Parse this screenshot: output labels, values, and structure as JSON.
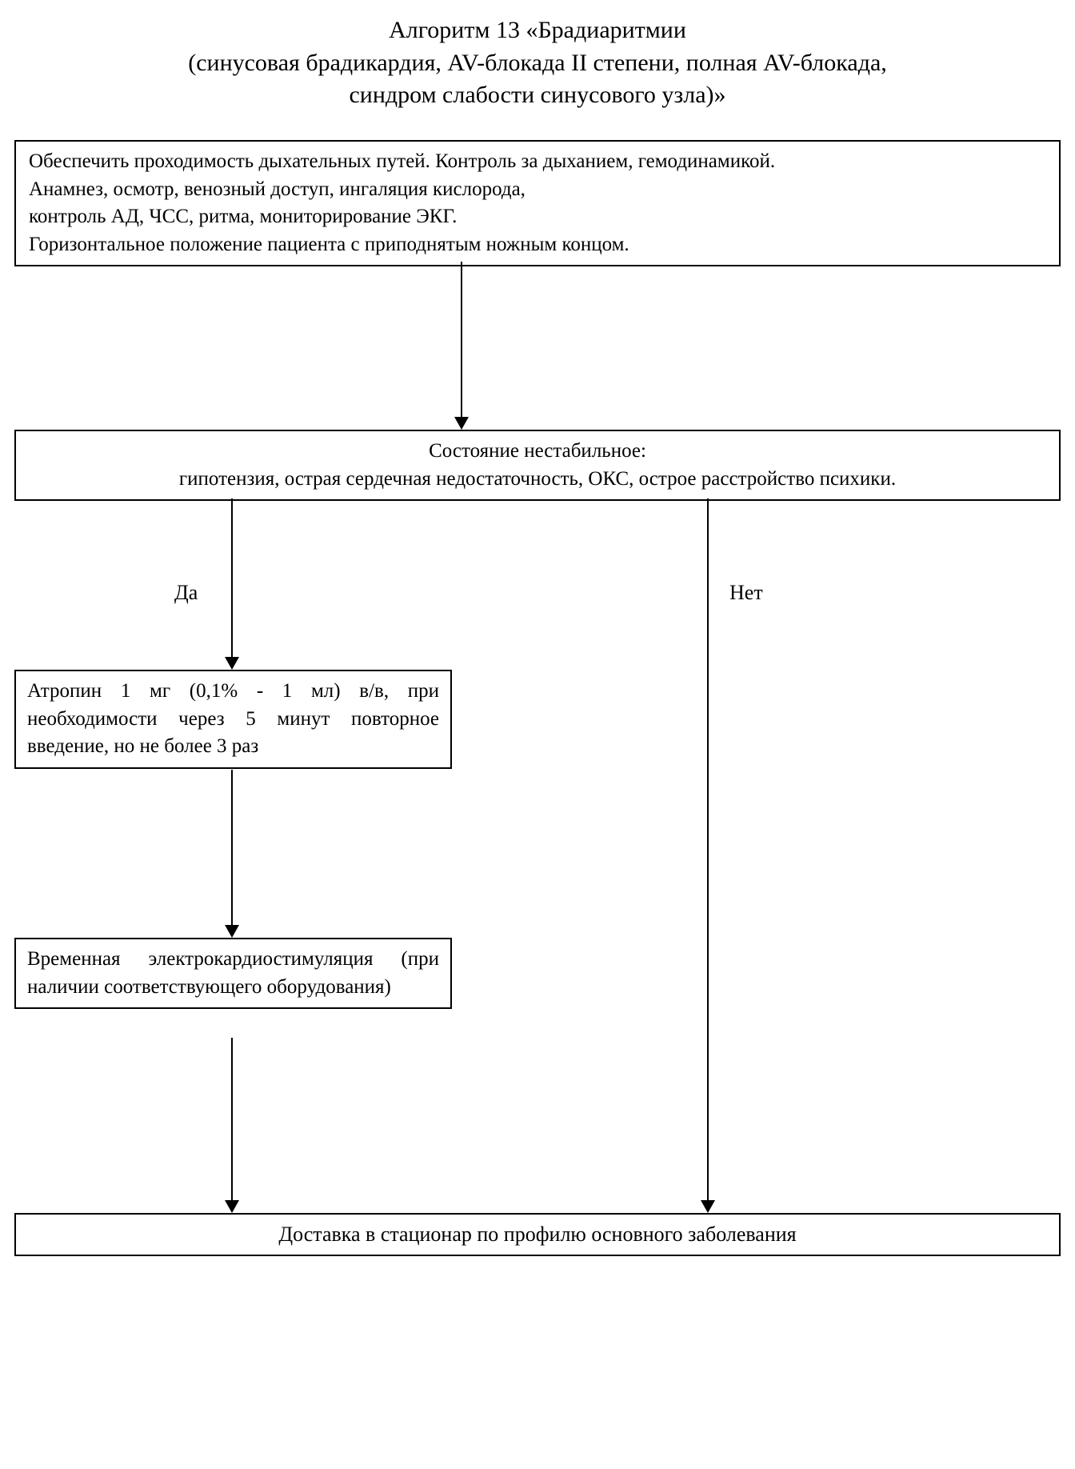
{
  "title": {
    "text": "Алгоритм 13 «Брадиаритмии\n(синусовая брадикардия, AV-блокада II степени, полная AV-блокада,\nсиндром слабости синусового узла)»"
  },
  "boxes": {
    "initial_care": "Обеспечить проходимость дыхательных путей. Контроль за дыханием, гемодинамикой.\nАнамнез, осмотр, венозный доступ, ингаляция кислорода,\nконтроль АД, ЧСС, ритма, мониторирование ЭКГ.\nГоризонтальное положение пациента с приподнятым ножным концом.",
    "status_line1": "Состояние нестабильное:",
    "status_line2": "гипотензия, острая сердечная недостаточность, ОКС, острое расстройство психики.",
    "atropine": "Атропин 1 мг (0,1% - 1 мл) в/в, при необходимости через 5 минут повторное введение, но не более 3 раз",
    "pacing": "Временная электрокардиостимуляция (при наличии соответствующего оборудования)",
    "hospital": "Доставка в стационар по профилю основного заболевания"
  },
  "branches": {
    "yes": "Да",
    "no": "Нет"
  },
  "colors": {
    "border": "#000000",
    "background": "#ffffff",
    "text": "#000000"
  }
}
